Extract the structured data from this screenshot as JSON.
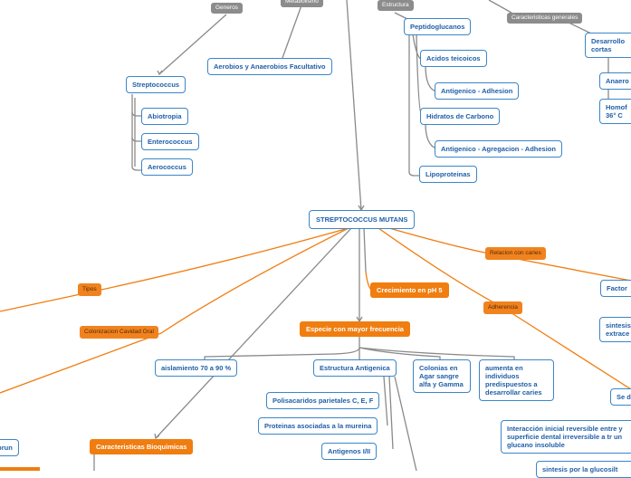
{
  "colors": {
    "node_border": "#3b86c8",
    "node_text": "#1f5fa8",
    "gray_tag": "#8c8c8c",
    "orange": "#f07d10",
    "gray_line": "#8a8a8a"
  },
  "central": "STREPTOCOCCUS MUTANS",
  "top_tags": {
    "generos": "Generos",
    "metabolismo": "Metabolismo",
    "estructura": "Estructura",
    "caracteristicas_generales": "Caracteristicas generales"
  },
  "genera": {
    "root": "Streptococcus",
    "children": [
      "Abiotropia",
      "Enterococcus",
      "Aerococcus"
    ]
  },
  "metabolism": "Aerobios y Anaerobios Facultativo",
  "structure": [
    "Peptidoglucanos",
    "Acidos teicoicos",
    "Antigenico - Adhesion",
    "Hidratos de Carbono",
    "Antigenico - Agregacion - Adhesion",
    "Lipoproteinas"
  ],
  "general": [
    "Desarrollo cortas",
    "Anaero",
    "Homof 36° C"
  ],
  "mid_tags": {
    "relacion": "Relacion con caries",
    "tipos": "Tipos",
    "colonizacion": "Colonizacion Cavidad Oral",
    "adherencia": "Adherencia"
  },
  "orange_boxes": {
    "ph": "Crecimiento en pH 5",
    "frecuencia": "Especie con mayor frecuencia",
    "bioquimicas": "Caracteristicas Bioquimicas"
  },
  "frecuencia_children": {
    "aislamiento": "aislamiento 70 a 90 %",
    "estructura": "Estructura Antigenica",
    "colonias": "Colonias en Agar sangre alfa y Gamma",
    "aumenta": "aumenta en individuos predispuestos a desarrollar caries"
  },
  "antigens": [
    "Polisacaridos parietales C, E, F",
    "Proteinas asociadas a la mureina",
    "Antigenos I/II"
  ],
  "right_nodes": {
    "factor": "Factor",
    "sintesis": "sintesis extrace",
    "sed": "Se d"
  },
  "interaccion": "Interacción inicial reversible entre y superficie dental irreversible a tr un glucano insoluble",
  "sintesis_bottom": "sintesis por la glucosilt",
  "left_partial": "vbrun"
}
